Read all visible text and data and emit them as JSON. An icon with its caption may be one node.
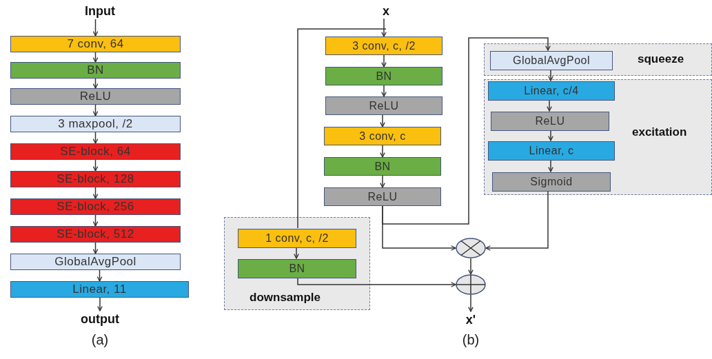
{
  "diagram": {
    "nodes": [
      {
        "text": [
          "Input"
        ]
      },
      {
        "text": [
          "7 conv, 64"
        ]
      },
      {
        "text": [
          "BN"
        ]
      },
      {
        "text": [
          "ReLU"
        ]
      },
      {
        "text": [
          "3 maxpool, /2"
        ]
      },
      {
        "text": [
          "SE-block, 64"
        ]
      },
      {
        "text": [
          "SE-block, 128"
        ]
      },
      {
        "text": [
          "SE-block, 256"
        ]
      },
      {
        "text": [
          "SE-block, 512"
        ]
      },
      {
        "text": [
          "GlobalAvgPool"
        ]
      },
      {
        "text": [
          "Linear, 11"
        ]
      },
      {
        "text": [
          "output"
        ]
      },
      {
        "text": [
          "x"
        ]
      },
      {
        "text": [
          "3 conv, c, /2"
        ]
      },
      {
        "text": [
          "BN"
        ]
      },
      {
        "text": [
          "ReLU"
        ]
      },
      {
        "text": [
          "3 conv, c"
        ]
      },
      {
        "text": [
          "BN"
        ]
      },
      {
        "text": [
          "ReLU"
        ]
      },
      {
        "text": [
          "downsample"
        ]
      },
      {
        "text": [
          "1 conv, c, /2"
        ],
        "in": 19
      },
      {
        "text": [
          "BN"
        ],
        "in": 19
      },
      {
        "text": [
          "squeeze"
        ]
      },
      {
        "text": [
          "GlobalAvgPool"
        ],
        "in": 22
      },
      {
        "text": [
          "excitation"
        ]
      },
      {
        "text": [
          "Linear, c/4"
        ],
        "in": 24
      },
      {
        "text": [
          "ReLU"
        ],
        "in": 24
      },
      {
        "text": [
          "Linear, c"
        ],
        "in": 24
      },
      {
        "text": [
          "Sigmoid"
        ],
        "in": 24
      },
      {
        "text": [],
        "shape": "circle"
      },
      {
        "text": [],
        "shape": "circle"
      },
      {
        "text": [
          "x'"
        ]
      }
    ],
    "edges": [
      {
        "from": 0,
        "to": 1,
        "arrow": "to"
      },
      {
        "from": 1,
        "to": 2,
        "arrow": "to"
      },
      {
        "from": 2,
        "to": 3,
        "arrow": "to"
      },
      {
        "from": 3,
        "to": 4,
        "arrow": "to"
      },
      {
        "from": 4,
        "to": 5,
        "arrow": "to"
      },
      {
        "from": 5,
        "to": 6,
        "arrow": "to"
      },
      {
        "from": 6,
        "to": 7,
        "arrow": "to"
      },
      {
        "from": 7,
        "to": 8,
        "arrow": "to"
      },
      {
        "from": 8,
        "to": 9,
        "arrow": "to"
      },
      {
        "from": 9,
        "to": 10,
        "arrow": "to"
      },
      {
        "from": 10,
        "to": 11,
        "arrow": "to"
      },
      {
        "from": 12,
        "to": 13,
        "arrow": "to"
      },
      {
        "from": 12,
        "to": 20,
        "arrow": "none"
      },
      {
        "from": 13,
        "to": 14,
        "arrow": "to"
      },
      {
        "from": 14,
        "to": 15,
        "arrow": "to"
      },
      {
        "from": 15,
        "to": 16,
        "arrow": "to"
      },
      {
        "from": 16,
        "to": 17,
        "arrow": "to"
      },
      {
        "from": 17,
        "to": 18,
        "arrow": "to"
      },
      {
        "from": 18,
        "to": 23,
        "arrow": "to"
      },
      {
        "from": 18,
        "to": 29,
        "arrow": "to"
      },
      {
        "from": 20,
        "to": 21,
        "arrow": "to"
      },
      {
        "from": 23,
        "to": 25,
        "arrow": "to"
      },
      {
        "from": 25,
        "to": 26,
        "arrow": "to"
      },
      {
        "from": 26,
        "to": 27,
        "arrow": "to"
      },
      {
        "from": 27,
        "to": 28,
        "arrow": "to"
      },
      {
        "from": 28,
        "to": 29,
        "arrow": "to"
      },
      {
        "from": 29,
        "to": 30,
        "arrow": "to"
      },
      {
        "from": 21,
        "to": 30,
        "arrow": "to"
      },
      {
        "from": 30,
        "to": 31,
        "arrow": "to"
      }
    ],
    "labels": [
      "(a)",
      "(b)"
    ]
  }
}
